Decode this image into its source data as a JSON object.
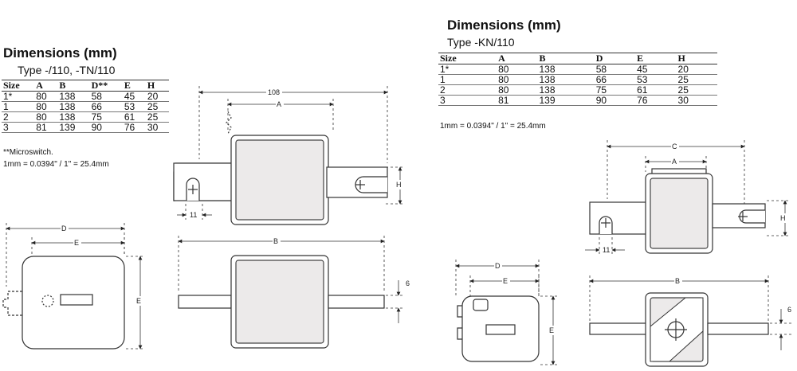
{
  "left": {
    "title": "Dimensions (mm)",
    "subtitle": "Type -/110, -TN/110",
    "headers": [
      "Size",
      "A",
      "B",
      "D**",
      "E",
      "H"
    ],
    "rows": [
      [
        "1*",
        "80",
        "138",
        "58",
        "45",
        "20"
      ],
      [
        "1",
        "80",
        "138",
        "66",
        "53",
        "25"
      ],
      [
        "2",
        "80",
        "138",
        "75",
        "61",
        "25"
      ],
      [
        "3",
        "81",
        "139",
        "90",
        "76",
        "30"
      ]
    ],
    "notes": [
      "**Microswitch.",
      "1mm = 0.0394\" / 1\" = 25.4mm"
    ],
    "labels": {
      "d108": "108",
      "a": "A",
      "h": "H",
      "d11": "11",
      "b": "B",
      "six": "6",
      "d": "D",
      "e": "E",
      "e_side": "E"
    }
  },
  "right": {
    "title": "Dimensions (mm)",
    "subtitle": "Type -KN/110",
    "headers": [
      "Size",
      "A",
      "B",
      "D",
      "E",
      "H"
    ],
    "rows": [
      [
        "1*",
        "80",
        "138",
        "58",
        "45",
        "20"
      ],
      [
        "1",
        "80",
        "138",
        "66",
        "53",
        "25"
      ],
      [
        "2",
        "80",
        "138",
        "75",
        "61",
        "25"
      ],
      [
        "3",
        "81",
        "139",
        "90",
        "76",
        "30"
      ]
    ],
    "notes": [
      "1mm = 0.0394\" / 1\" = 25.4mm"
    ],
    "labels": {
      "c": "C",
      "a": "A",
      "h": "H",
      "d11": "11",
      "d": "D",
      "e": "E",
      "e_side": "E",
      "b": "B",
      "six": "6"
    }
  }
}
